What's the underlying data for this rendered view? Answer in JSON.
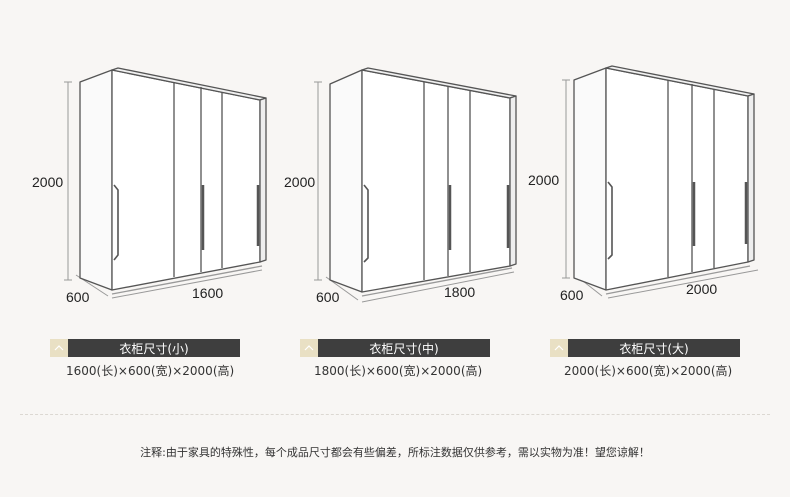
{
  "panels": [
    {
      "height_label": "2000",
      "depth_label": "600",
      "width_label": "1600",
      "title": "衣柜尺寸(小)",
      "size": "1600(长)×600(宽)×2000(高)"
    },
    {
      "height_label": "2000",
      "depth_label": "600",
      "width_label": "1800",
      "title": "衣柜尺寸(中)",
      "size": "1800(长)×600(宽)×2000(高)"
    },
    {
      "height_label": "2000",
      "depth_label": "600",
      "width_label": "2000",
      "title": "衣柜尺寸(大)",
      "size": "2000(长)×600(宽)×2000(高)"
    }
  ],
  "note": "注释:由于家具的特殊性，每个成品尺寸都会有些偏差，所标注数据仅供参考，需以实物为准！望您谅解！",
  "colors": {
    "label_bar": "#3e3e3e",
    "label_icon_bg": "#e9e0c4",
    "line": "#555555",
    "dimension_line": "#999999"
  }
}
